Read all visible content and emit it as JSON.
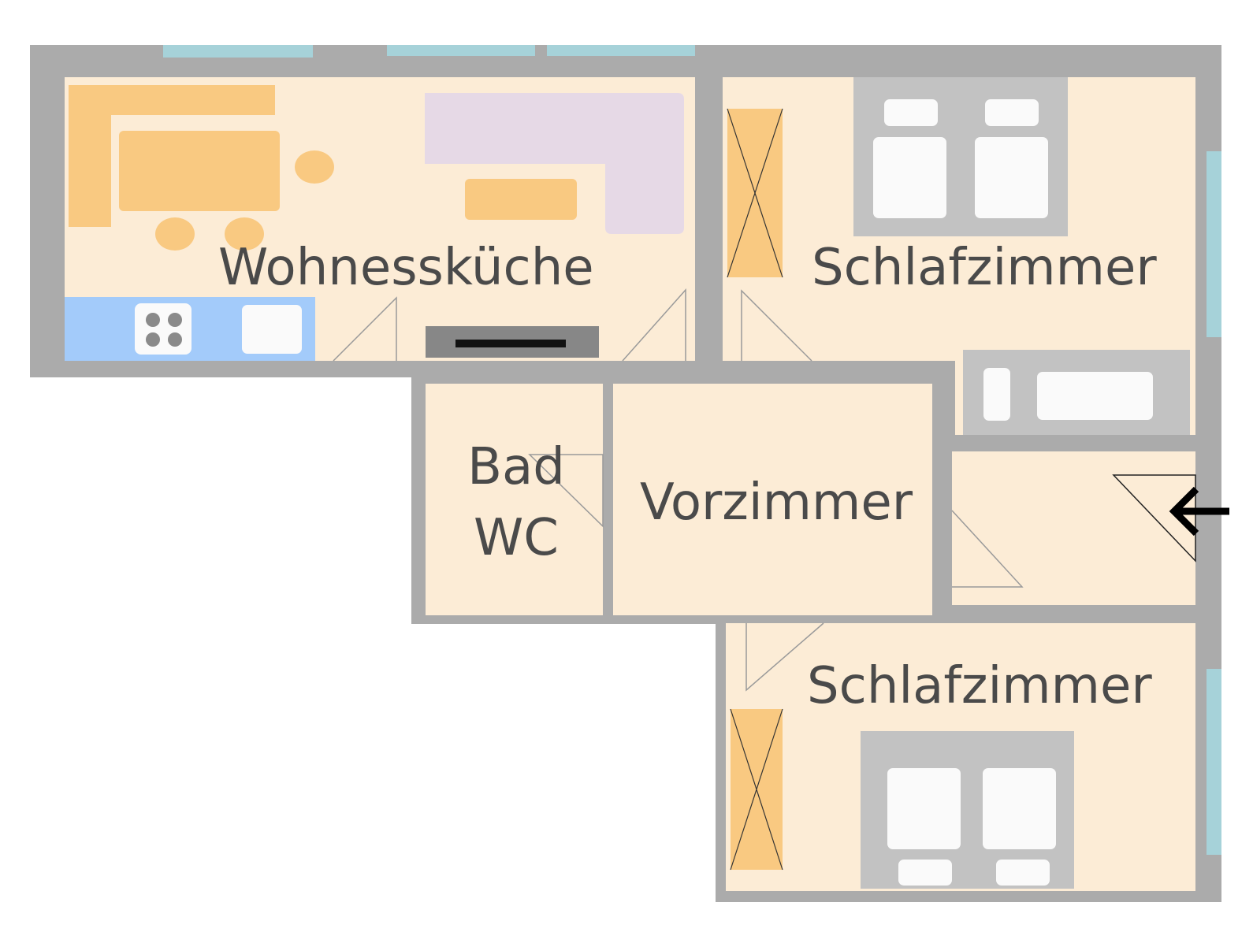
{
  "rooms": {
    "wohnkueche": {
      "label": "Wohnessküche"
    },
    "schlafzimmer_top": {
      "label": "Schlafzimmer"
    },
    "bad": {
      "label_line1": "Bad",
      "label_line2": "WC"
    },
    "vorzimmer": {
      "label": "Vorzimmer"
    },
    "schlafzimmer_bottom": {
      "label": "Schlafzimmer"
    }
  },
  "colors": {
    "wall": "#ababab",
    "floor": "#fcecd6",
    "furniture_orange": "#f9c981",
    "kitchen_counter": "#a3cbfa",
    "sofa_lilac": "#e6d9e6",
    "window": "#a6d2d9",
    "bed_frame": "#c2c2c2",
    "bed_white": "#fafafa",
    "label_gray": "#4a4a4a"
  },
  "icons": {
    "entrance": "arrow-left-icon"
  }
}
